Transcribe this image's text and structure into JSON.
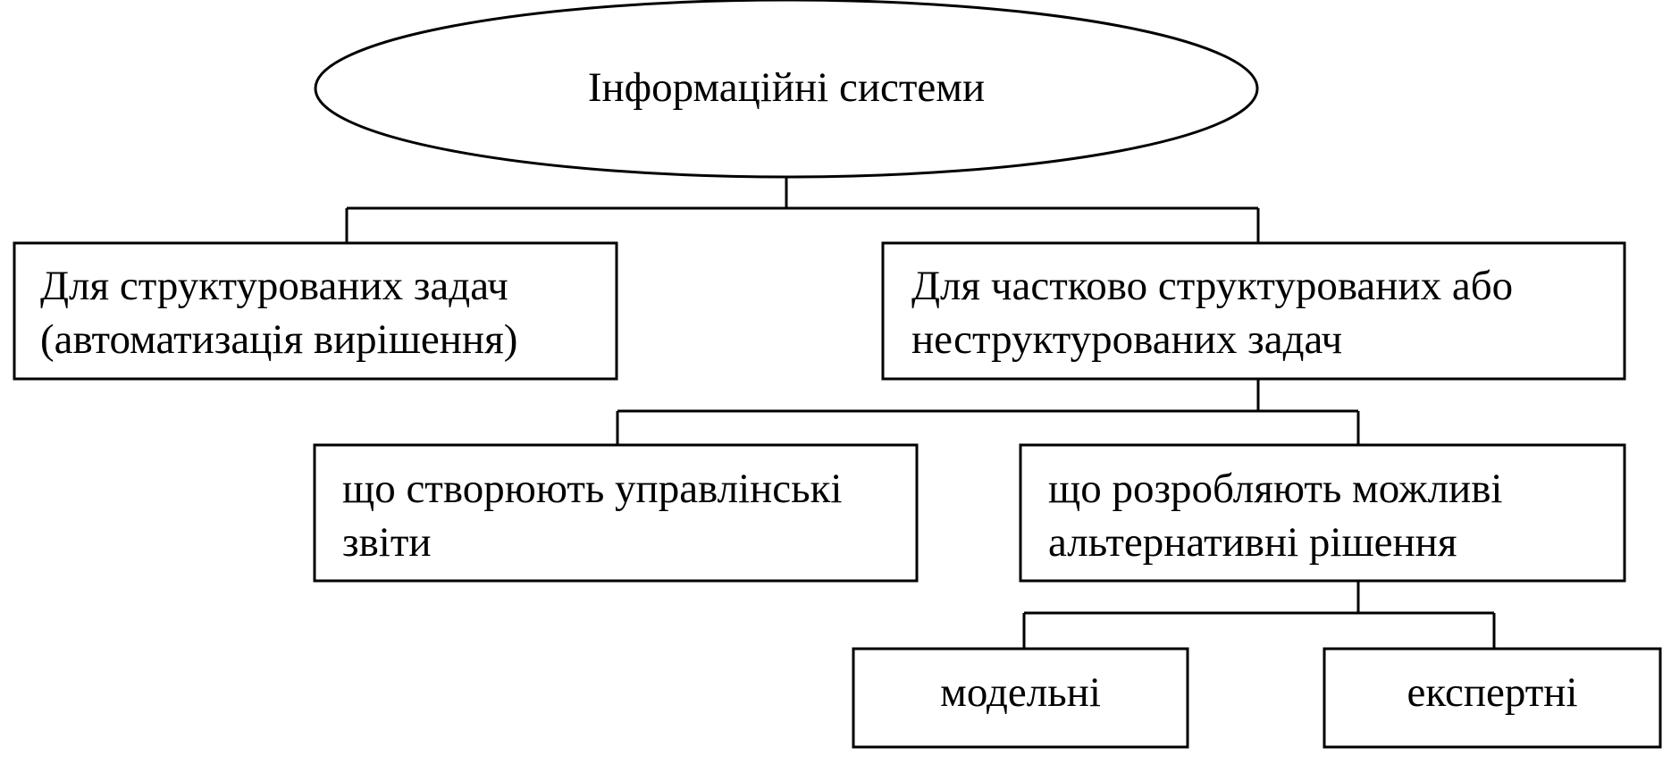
{
  "diagram": {
    "root": {
      "label": "Інформаційні системи"
    },
    "structured": {
      "line1": "Для структурованих задач",
      "line2": "(автоматизація вирішення)"
    },
    "semi_structured": {
      "line1": "Для частково структурованих або",
      "line2": "неструктурованих задач"
    },
    "reports": {
      "line1": "що створюють управлінські",
      "line2": "звіти"
    },
    "alternatives": {
      "line1": "що розробляють можливі",
      "line2": "альтернативні рішення"
    },
    "model_based": {
      "label": "модельні"
    },
    "expert": {
      "label": "експертні"
    }
  },
  "colors": {
    "stroke": "#000000",
    "background": "#ffffff"
  }
}
